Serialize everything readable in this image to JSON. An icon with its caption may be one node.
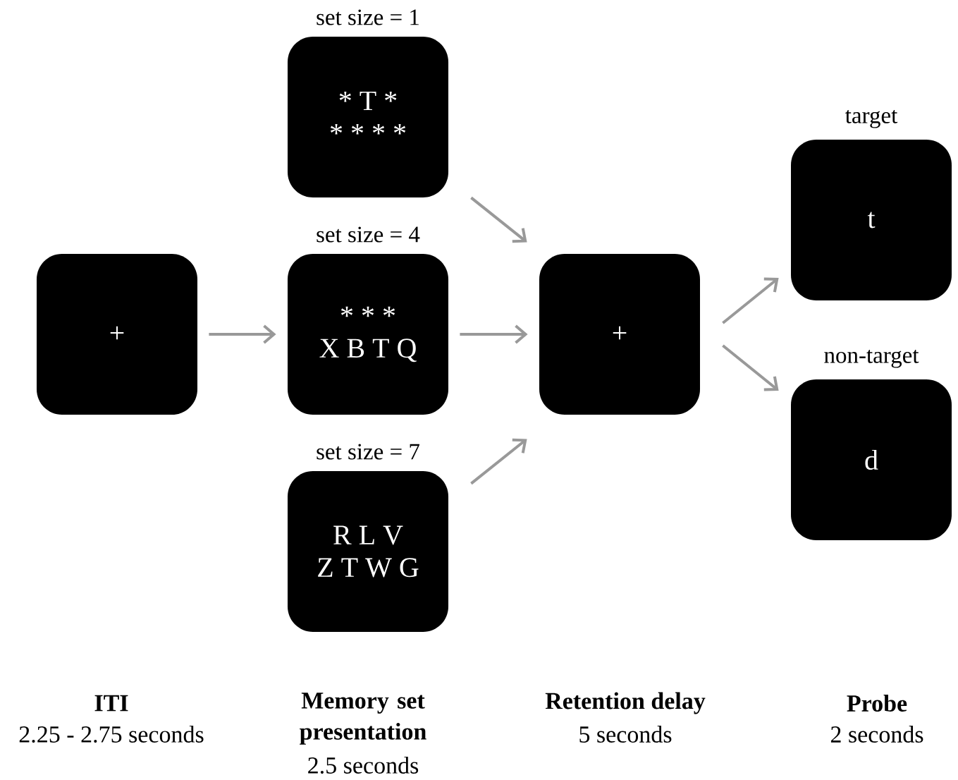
{
  "diagram": {
    "nodes": [
      {
        "text": [
          "+"
        ]
      },
      {
        "text": [
          "set size = 1",
          "* T *",
          "* * * *"
        ]
      },
      {
        "text": [
          "set size = 4",
          "* * *",
          "X B T Q"
        ]
      },
      {
        "text": [
          "set size = 7",
          "R L V",
          "Z T W G"
        ]
      },
      {
        "text": [
          "+"
        ]
      },
      {
        "text": [
          "target",
          "t"
        ]
      },
      {
        "text": [
          "non-target",
          "d"
        ]
      }
    ],
    "edges": [
      {
        "from": 0,
        "to": 2,
        "arrow": "to"
      },
      {
        "from": 1,
        "to": 4,
        "arrow": "to"
      },
      {
        "from": 2,
        "to": 4,
        "arrow": "to"
      },
      {
        "from": 3,
        "to": 4,
        "arrow": "to"
      },
      {
        "from": 4,
        "to": 5,
        "arrow": "to"
      },
      {
        "from": 4,
        "to": 6,
        "arrow": "to"
      }
    ],
    "labels": [
      "ITI",
      "2.25 - 2.75 seconds",
      "Memory set presentation",
      "2.5 seconds",
      "Retention delay",
      "5 seconds",
      "Probe",
      "2 seconds"
    ]
  }
}
